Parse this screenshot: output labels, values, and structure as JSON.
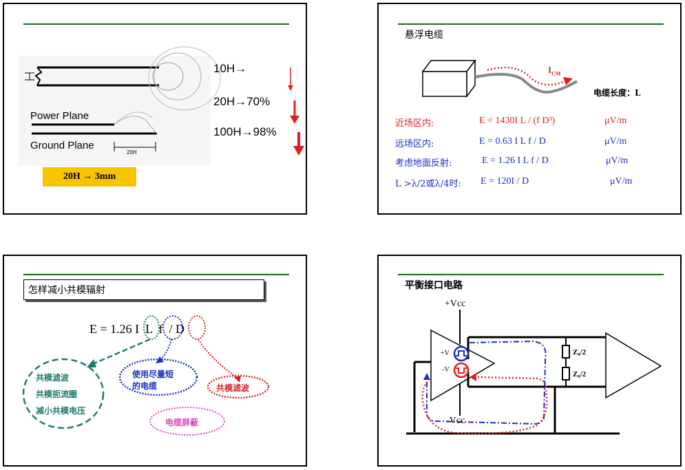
{
  "slide1": {
    "labels": [
      "10H→",
      "20H→70%",
      "100H→98%"
    ],
    "power_plane": "Power Plane",
    "ground_plane": "Ground Plane",
    "dim_20h": "20H",
    "badge": "20H → 3mm"
  },
  "slide2": {
    "title": "悬浮电缆",
    "icm_main": "I",
    "icm_sub": "CM",
    "cable_length": "电缆长度：L",
    "rows": [
      {
        "label": "近场区内:",
        "formula": "E = 1430I L  / (f D³)",
        "unit": "μV/m"
      },
      {
        "label": "远场区内:",
        "formula": "E = 0.63 I L f  / D",
        "unit": "μV/m"
      },
      {
        "label": "考虑地面反射:",
        "formula": "E = 1.26 I L f  / D",
        "unit": "μV/m"
      },
      {
        "label": "L >λ/2或λ/4时:",
        "formula": "E = 120I  / D",
        "unit": "μV/m"
      }
    ]
  },
  "slide3": {
    "title": "怎样减小共模辐射",
    "formula": "E = 1.26 I  L  f  / D",
    "ellipse_teal": [
      "共模滤波",
      "共模扼流圈",
      "减小共模电压"
    ],
    "ellipse_blue": [
      "使用尽量短",
      "的电缆"
    ],
    "ellipse_red": "共模滤波",
    "ellipse_pink": "电缆屏蔽"
  },
  "slide4": {
    "title": "平衡接口电路",
    "vcc_pos": "+Vcc",
    "vcc_neg": "-Vcc",
    "plus_v": "+V",
    "minus_v": "-V",
    "z1": "Z₀/2",
    "z2": "Z₀/2"
  },
  "colors": {
    "rule": "#1a6a1a",
    "red": "#e02020",
    "blue": "#1a2ec8",
    "teal": "#1f7a6e",
    "pink": "#e040c0",
    "badge": "#f8c400"
  }
}
